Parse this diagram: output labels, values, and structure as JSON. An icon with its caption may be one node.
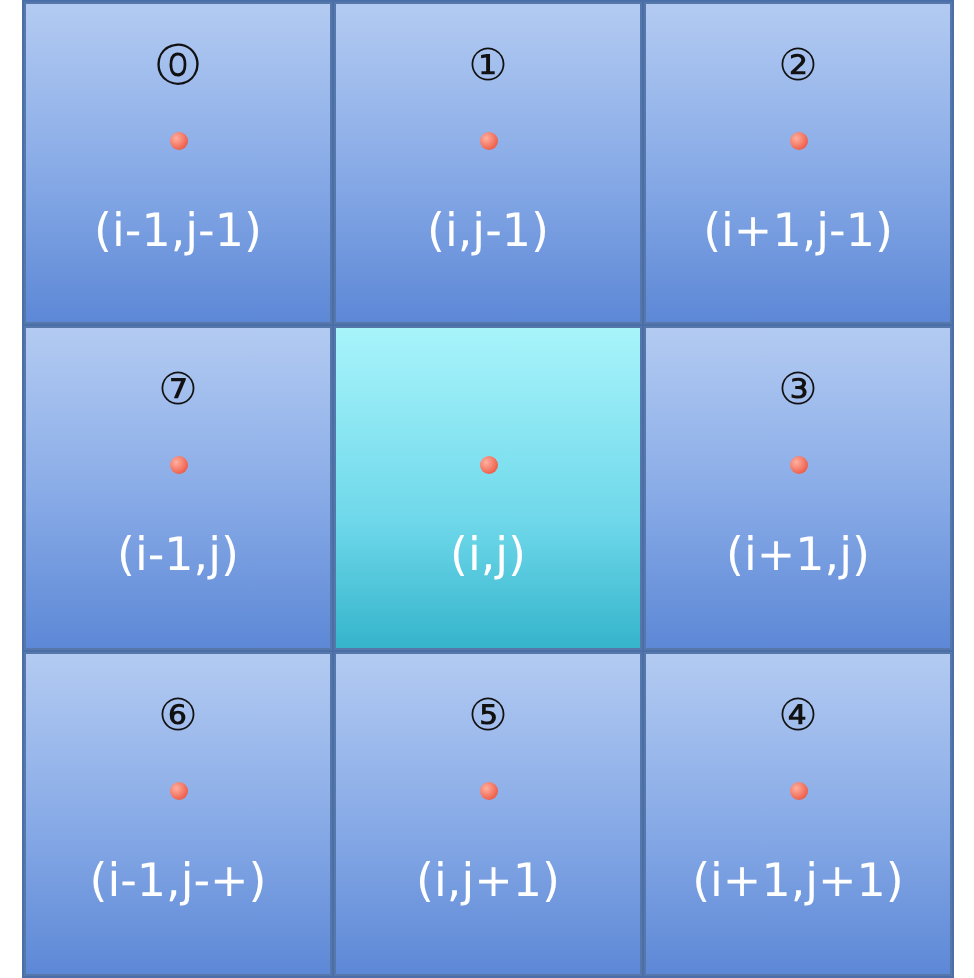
{
  "diagram": {
    "nodes": [
      {
        "text": [
          "⓪",
          "(i-1,j-1)"
        ]
      },
      {
        "text": [
          "①",
          "(i,j-1)"
        ]
      },
      {
        "text": [
          "②",
          "(i+1,j-1)"
        ]
      },
      {
        "text": [
          "⑦",
          "(i-1,j)"
        ]
      },
      {
        "text": [
          "(i,j)"
        ]
      },
      {
        "text": [
          "③",
          "(i+1,j)"
        ]
      },
      {
        "text": [
          "⑥",
          "(i-1,j-+)"
        ]
      },
      {
        "text": [
          "⑤",
          "(i,j+1)"
        ]
      },
      {
        "text": [
          "④",
          "(i+1,j+1)"
        ]
      }
    ]
  }
}
